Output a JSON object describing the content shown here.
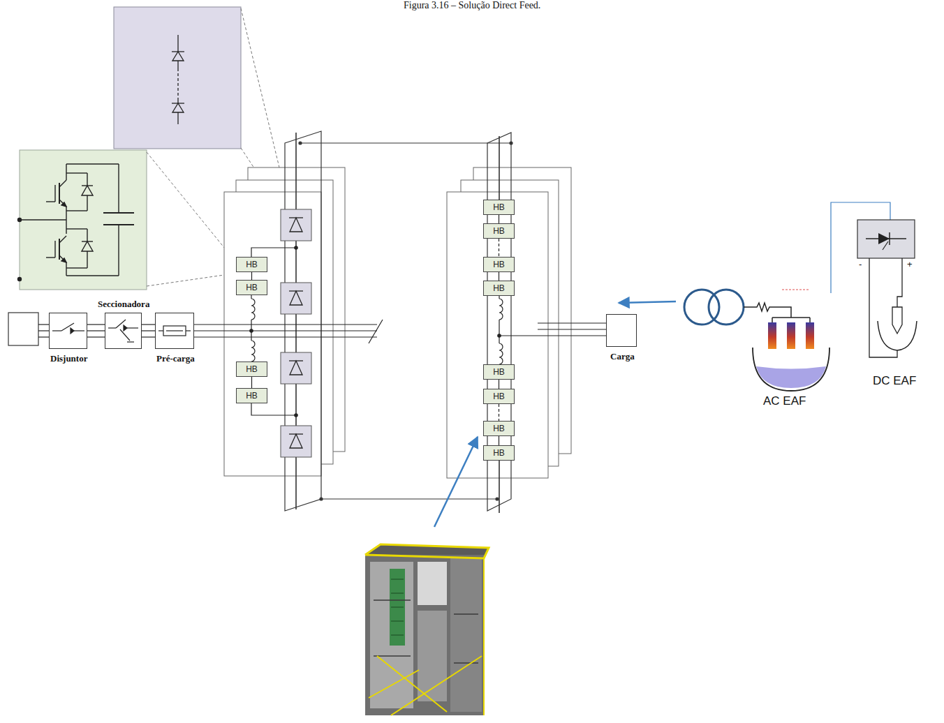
{
  "diagram": {
    "caption": "Figura 3.16 – Solução Direct Feed.",
    "nodes": [
      {
        "text": [
          "Disjuntor"
        ]
      },
      {
        "text": [
          "Seccionadora"
        ]
      },
      {
        "text": [
          "Pré-carga"
        ]
      },
      {
        "text": [
          "HB"
        ]
      },
      {
        "text": [
          "HB"
        ]
      },
      {
        "text": [
          "HB"
        ]
      },
      {
        "text": [
          "HB"
        ]
      },
      {
        "text": [
          "HB"
        ]
      },
      {
        "text": [
          "HB"
        ]
      },
      {
        "text": [
          "HB"
        ]
      },
      {
        "text": [
          "HB"
        ]
      },
      {
        "text": [
          "HB"
        ]
      },
      {
        "text": [
          "HB"
        ]
      },
      {
        "text": [
          "HB"
        ]
      },
      {
        "text": [
          "HB"
        ]
      },
      {
        "text": [
          "Carga"
        ]
      }
    ],
    "edges": [
      {
        "from": 0,
        "to": 1,
        "arrow": "none"
      },
      {
        "from": 1,
        "to": 2,
        "arrow": "none"
      },
      {
        "from": 3,
        "to": 4,
        "arrow": "none"
      },
      {
        "from": 5,
        "to": 6,
        "arrow": "none"
      },
      {
        "from": 7,
        "to": 8,
        "arrow": "none"
      },
      {
        "from": 8,
        "to": 9,
        "arrow": "none"
      },
      {
        "from": 9,
        "to": 10,
        "arrow": "none"
      },
      {
        "from": 11,
        "to": 12,
        "arrow": "none"
      },
      {
        "from": 12,
        "to": 13,
        "arrow": "none"
      },
      {
        "from": 13,
        "to": 14,
        "arrow": "none"
      }
    ],
    "labels": [
      "AC EAF",
      "DC EAF",
      "-",
      "+"
    ]
  }
}
